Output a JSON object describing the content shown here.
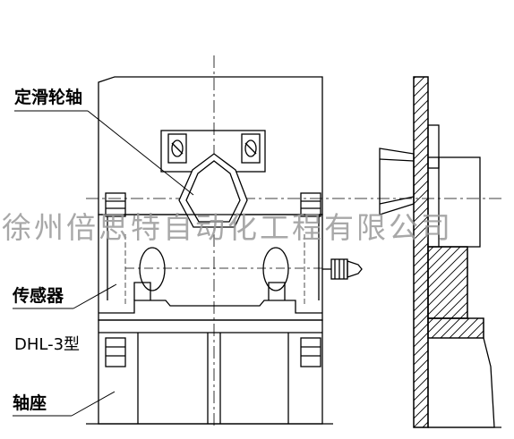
{
  "labels": {
    "fixed_pulley_shaft": "定滑轮轴",
    "sensor": "传感器",
    "model": "DHL-3型",
    "axle_seat": "轴座"
  },
  "watermark": "徐州倍思特自动化工程有限公司"
}
